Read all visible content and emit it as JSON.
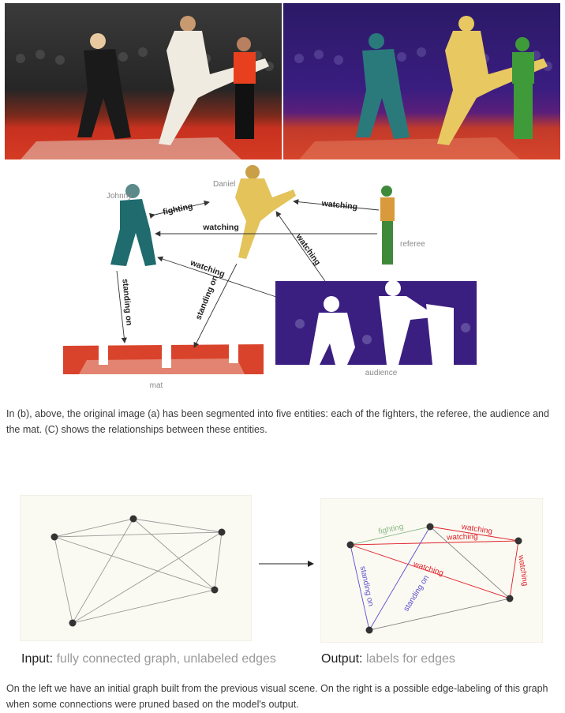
{
  "scene_graph": {
    "nodes": {
      "johnny": "Johnny",
      "daniel": "Daniel",
      "referee": "referee",
      "mat": "mat",
      "audience": "audience"
    },
    "edges": {
      "fighting": "fighting",
      "watching_referee_daniel": "watching",
      "watching_referee_johnny": "watching",
      "watching_audience_daniel": "watching",
      "watching_audience_johnny": "watching",
      "standing_johnny": "standing on",
      "standing_daniel": "standing on"
    }
  },
  "caption1": "In (b), above, the original image (a) has been segmented into five entities: each of the fighters, the referee, the audience and the mat. (C) shows the relationships between these entities.",
  "graph_output": {
    "fighting": "fighting",
    "watching_a": "watching",
    "watching_b": "watching",
    "watching_c": "watching",
    "watching_d": "watching",
    "standing_a": "standing on",
    "standing_b": "standing on"
  },
  "input_label": {
    "head": "Input:",
    "sub": "fully connected graph, unlabeled edges"
  },
  "output_label": {
    "head": "Output:",
    "sub": "labels for edges"
  },
  "caption2": "On the left we have an initial graph built from the previous visual scene. On the right is a possible edge-labeling of this graph when some connections were pruned based on the model's output.",
  "colors": {
    "mat_red": "#d9432b",
    "audience_purple": "#3b1f80",
    "johnny_teal": "#1f6b6e",
    "daniel_yellow": "#e3c35a",
    "referee_green": "#3f8a3a",
    "edge_red": "#e0202a",
    "edge_blue": "#5a4fd0",
    "edge_green": "#8ab88a"
  }
}
